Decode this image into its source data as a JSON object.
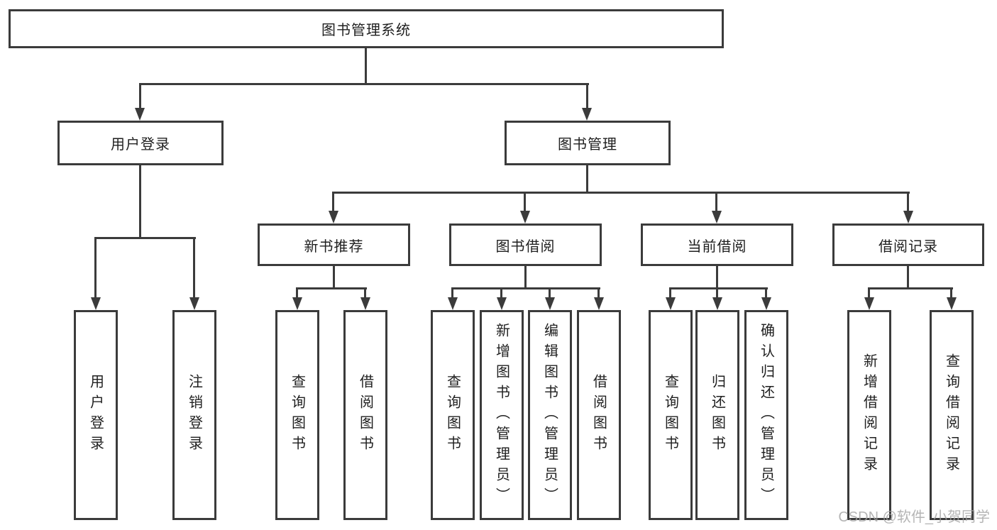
{
  "diagram_title": "图书管理系统",
  "colors": {
    "line": "#3b3b3b",
    "text": "#1f1f1f",
    "watermark": "#a3a3a3",
    "background": "#ffffff"
  },
  "watermark": {
    "text": "CSDN @软件_小贺同学"
  },
  "nodes": {
    "root": {
      "label": "图书管理系统"
    },
    "level2": [
      {
        "label": "用户登录"
      },
      {
        "label": "图书管理"
      }
    ],
    "level3": [
      {
        "label": "新书推荐"
      },
      {
        "label": "图书借阅"
      },
      {
        "label": "当前借阅"
      },
      {
        "label": "借阅记录"
      }
    ],
    "leaves": [
      {
        "label": "用户登录"
      },
      {
        "label": "注销登录"
      },
      {
        "label": "查询图书"
      },
      {
        "label": "借阅图书"
      },
      {
        "label": "查询图书"
      },
      {
        "label": "新增图书（管理员）"
      },
      {
        "label": "编辑图书（管理员）"
      },
      {
        "label": "借阅图书"
      },
      {
        "label": "查询图书"
      },
      {
        "label": "归还图书"
      },
      {
        "label": "确认归还（管理员）"
      },
      {
        "label": "新增借阅记录"
      },
      {
        "label": "查询借阅记录"
      }
    ]
  }
}
